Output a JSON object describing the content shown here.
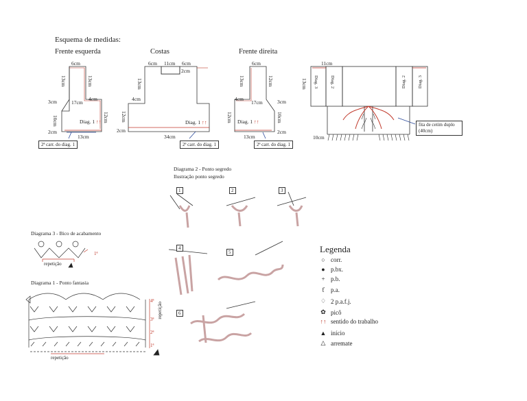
{
  "title": "Esquema de medidas:",
  "pieces": {
    "left_front": {
      "title": "Frente esquerda",
      "labels": [
        "6cm",
        "13cm",
        "13cm",
        "3cm",
        "4cm",
        "17cm",
        "10cm",
        "12cm",
        "2cm",
        "13cm"
      ],
      "diag": "Diag. 1",
      "note": "2ª carr. do diag. 1"
    },
    "back": {
      "title": "Costas",
      "labels": [
        "6cm",
        "11cm",
        "6cm",
        "2cm",
        "13cm",
        "4cm",
        "12cm",
        "2cm",
        "34cm"
      ],
      "diag": "Diag. 1",
      "note": "2ª carr. do diag. 1"
    },
    "right_front": {
      "title": "Frente direita",
      "labels": [
        "6cm",
        "13cm",
        "12cm",
        "4cm",
        "17cm",
        "3cm",
        "12cm",
        "10cm",
        "2cm",
        "13cm"
      ],
      "diag": "Diag. 1",
      "note": "2ª carr. do diag. 1"
    },
    "assembled": {
      "labels": [
        "11cm",
        "13cm",
        "Diag. 3",
        "Diag. 2",
        "Diag. 2",
        "Diag. 3",
        "10cm"
      ],
      "note": "fita de cetim duplo (40cm)"
    }
  },
  "diagram2": {
    "title": "Diagrama 2 - Ponto segredo",
    "subtitle": "Ilustração ponto segredo",
    "steps": [
      "1",
      "2",
      "3",
      "4",
      "5",
      "6"
    ]
  },
  "diagram3": {
    "title": "Diagrama 3 - Bico de acabamento",
    "repeat": "repetição",
    "row": "1ª"
  },
  "diagram1": {
    "title": "Diagrama 1 - Ponto fantasia",
    "repeat_bottom": "repetição",
    "repeat_side": "repetição",
    "rows": [
      "4ª",
      "3ª",
      "2ª",
      "1ª"
    ]
  },
  "legend": {
    "title": "Legenda",
    "items": [
      {
        "icon": "chain-icon",
        "glyph": "○",
        "label": "corr."
      },
      {
        "icon": "slip-stitch-icon",
        "glyph": "●",
        "label": "p.bx."
      },
      {
        "icon": "single-crochet-icon",
        "glyph": "+",
        "label": "p.b."
      },
      {
        "icon": "double-crochet-icon",
        "glyph": "ƭ",
        "label": "p.a."
      },
      {
        "icon": "cluster-icon",
        "glyph": "♢",
        "label": "2 p.a.f.j."
      },
      {
        "icon": "picot-icon",
        "glyph": "✿",
        "label": "picô"
      },
      {
        "icon": "direction-icon",
        "glyph": "↑↑",
        "label": "sentido do trabalho"
      },
      {
        "icon": "start-icon",
        "glyph": "▲",
        "label": "início"
      },
      {
        "icon": "finish-icon",
        "glyph": "△",
        "label": "arremate"
      }
    ]
  },
  "colors": {
    "line": "#333333",
    "accent": "#c0392b",
    "arrow": "#2b4a9a",
    "yarn": "#c9a3a3"
  }
}
